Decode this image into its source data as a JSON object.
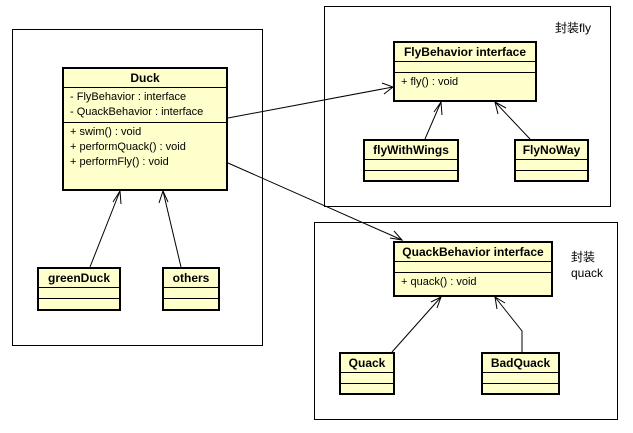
{
  "packages": {
    "fly_label": "封装fly",
    "quack_label_line1": "封装",
    "quack_label_line2": "quack"
  },
  "classes": {
    "duck": {
      "name": "Duck",
      "attributes": [
        "- FlyBehavior : interface",
        "- QuackBehavior : interface"
      ],
      "operations": [
        "+ swim() : void",
        "+ performQuack() : void",
        "+ performFly() : void"
      ]
    },
    "green_duck": {
      "name": "greenDuck"
    },
    "others": {
      "name": "others"
    },
    "fly_behavior": {
      "name": "FlyBehavior  interface",
      "operations": [
        "+ fly() : void"
      ]
    },
    "fly_with_wings": {
      "name": "flyWithWings"
    },
    "fly_no_way": {
      "name": "FlyNoWay"
    },
    "quack_behavior": {
      "name": "QuackBehavior interface",
      "operations": [
        "+ quack() : void"
      ]
    },
    "quack": {
      "name": "Quack"
    },
    "bad_quack": {
      "name": "BadQuack"
    }
  }
}
